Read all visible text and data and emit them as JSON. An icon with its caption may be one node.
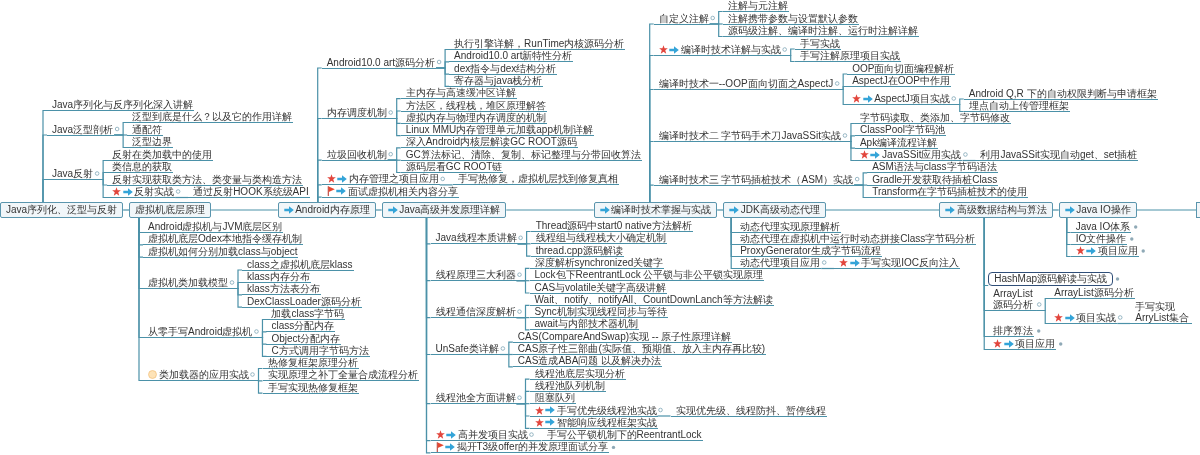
{
  "diagram": {
    "nodes": [
      {
        "text": [
          "Java序列化、泛型与反射"
        ]
      },
      {
        "text": [
          "Java序列化与反序列化深入讲解"
        ]
      },
      {
        "text": [
          "Java泛型剖析"
        ]
      },
      {
        "text": [
          "泛型到底是什么？以及它的作用详解"
        ]
      },
      {
        "text": [
          "通配符"
        ]
      },
      {
        "text": [
          "泛型边界"
        ]
      },
      {
        "text": [
          "Java反射"
        ]
      },
      {
        "text": [
          "反射在类加载中的使用"
        ]
      },
      {
        "text": [
          "类信息的获取"
        ]
      },
      {
        "text": [
          "反射实现获取类方法、类变量与类构造方法"
        ]
      },
      {
        "text": [
          "反射实战"
        ]
      },
      {
        "text": [
          "通过反射HOOK系统级API"
        ]
      },
      {
        "text": [
          "虚拟机底层原理"
        ]
      },
      {
        "text": [
          "Android虚拟机与JVM底层区别"
        ]
      },
      {
        "text": [
          "虚拟机底层Odex本地指令缓存机制"
        ]
      },
      {
        "text": [
          "虚拟机如何分别加载class与object"
        ]
      },
      {
        "text": [
          "虚拟机类加载模型"
        ]
      },
      {
        "text": [
          "class之虚拟机底层klass"
        ]
      },
      {
        "text": [
          "klass内存分布"
        ]
      },
      {
        "text": [
          "klass方法表分布"
        ]
      },
      {
        "text": [
          "DexClassLoader源码分析"
        ]
      },
      {
        "text": [
          "从零手写Android虚拟机"
        ]
      },
      {
        "text": [
          "加载class字节码"
        ]
      },
      {
        "text": [
          "class分配内存"
        ]
      },
      {
        "text": [
          "Object分配内存"
        ]
      },
      {
        "text": [
          "C方式调用字节码方法"
        ]
      },
      {
        "text": [
          "类加载器的应用实战"
        ]
      },
      {
        "text": [
          "热修复框架原理分析"
        ]
      },
      {
        "text": [
          "实现原理之补丁全量合成流程分析"
        ]
      },
      {
        "text": [
          "手写实现热修复框架"
        ]
      },
      {
        "text": [
          "Android内存原理"
        ]
      },
      {
        "text": [
          "Android10.0 art源码分析"
        ]
      },
      {
        "text": [
          "执行引擎详解，RunTime内核源码分析"
        ]
      },
      {
        "text": [
          "Android10.0 art新特性分析"
        ]
      },
      {
        "text": [
          "dex指令与dex结构分析"
        ]
      },
      {
        "text": [
          "寄存器与java栈分析"
        ]
      },
      {
        "text": [
          "内存调度机制"
        ]
      },
      {
        "text": [
          "主内存与高速缓冲区详解"
        ]
      },
      {
        "text": [
          "方法区，线程栈，堆区原理解答"
        ]
      },
      {
        "text": [
          "虚拟内存与物理内存调度的机制"
        ]
      },
      {
        "text": [
          "Linux MMU内存管理单元加载app机制详解"
        ]
      },
      {
        "text": [
          "垃圾回收机制"
        ]
      },
      {
        "text": [
          "深入Android内核层解读GC ROOT源码"
        ]
      },
      {
        "text": [
          "GC算法标记、清除、复制、标记整理与分带回收算法"
        ]
      },
      {
        "text": [
          "源码层看GC ROOT链"
        ]
      },
      {
        "text": [
          "内存管理之项目应用"
        ]
      },
      {
        "text": [
          "手写热修复，虚拟机层找到修复真相"
        ]
      },
      {
        "text": [
          "面试虚拟机相关内容分享"
        ]
      },
      {
        "text": [
          "Java高级并发原理详解"
        ]
      },
      {
        "text": [
          "Java线程本质讲解"
        ]
      },
      {
        "text": [
          "Thread源码中start0 native方法解析"
        ]
      },
      {
        "text": [
          "线程组与线程栈大小确定机制"
        ]
      },
      {
        "text": [
          "thread.cpp源码解读"
        ]
      },
      {
        "text": [
          "线程原理三大利器"
        ]
      },
      {
        "text": [
          "深度解析synchronized关键字"
        ]
      },
      {
        "text": [
          "Lock包下ReentrantLock 公平锁与非公平锁实现原理"
        ]
      },
      {
        "text": [
          "CAS与volatile关键字高级讲解"
        ]
      },
      {
        "text": [
          "线程通信深度解析"
        ]
      },
      {
        "text": [
          "Wait、notify、notifyAll、CountDownLanch等方法解读"
        ]
      },
      {
        "text": [
          "Sync机制实现线程同步与等待"
        ]
      },
      {
        "text": [
          "await与内部技术器机制"
        ]
      },
      {
        "text": [
          "UnSafe类详解"
        ]
      },
      {
        "text": [
          "CAS(CompareAndSwap)实现 -- 原子性原理详解"
        ]
      },
      {
        "text": [
          "CAS原子性三部曲(实际值、预期值、放入主内存再比较)"
        ]
      },
      {
        "text": [
          "CAS造成ABA问题 以及解决办法"
        ]
      },
      {
        "text": [
          "线程池全方面讲解"
        ]
      },
      {
        "text": [
          "线程池底层实现分析"
        ]
      },
      {
        "text": [
          "线程池队列机制"
        ]
      },
      {
        "text": [
          "阻塞队列"
        ]
      },
      {
        "text": [
          "手写优先级线程池实战"
        ]
      },
      {
        "text": [
          "实现优先级、线程防抖、暂停线程"
        ]
      },
      {
        "text": [
          "智能响应线程框架实战"
        ]
      },
      {
        "text": [
          "高并发项目实战"
        ]
      },
      {
        "text": [
          "手写公平锁机制下的ReentrantLock"
        ]
      },
      {
        "text": [
          "揭开T3级offer的并发原理面试分享"
        ]
      },
      {
        "text": [
          "编译时技术掌握与实战"
        ]
      },
      {
        "text": [
          "自定义注解"
        ]
      },
      {
        "text": [
          "注解与元注解"
        ]
      },
      {
        "text": [
          "注解携带参数与设置默认参数"
        ]
      },
      {
        "text": [
          "源码级注解、编译时注解、运行时注解详解"
        ]
      },
      {
        "text": [
          "编译时技术详解与实战"
        ]
      },
      {
        "text": [
          "手写实战"
        ]
      },
      {
        "text": [
          "手写注解原理项目实战"
        ]
      },
      {
        "text": [
          "编译时技术一--OOP面向切面之AspectJ"
        ]
      },
      {
        "text": [
          "OOP面向切面编程解析"
        ]
      },
      {
        "text": [
          "AspectJ在OOP中作用"
        ]
      },
      {
        "text": [
          "AspectJ项目实战"
        ]
      },
      {
        "text": [
          "Android Q,R 下的自动权限判断与申请框架"
        ]
      },
      {
        "text": [
          "埋点自动上传管理框架"
        ]
      },
      {
        "text": [
          "编译时技术二 字节码手术刀JavaSSit实战"
        ]
      },
      {
        "text": [
          "字节码读取、类添加、字节码修改"
        ]
      },
      {
        "text": [
          "ClassPool字节码池"
        ]
      },
      {
        "text": [
          "Apk编译流程详解"
        ]
      },
      {
        "text": [
          "JavaSSit应用实战"
        ]
      },
      {
        "text": [
          "利用JavaSSit实现自动get、set插桩"
        ]
      },
      {
        "text": [
          "编译时技术三 字节码插桩技术（ASM）实战"
        ]
      },
      {
        "text": [
          "ASM语法与class字节码语法"
        ]
      },
      {
        "text": [
          "Gradle开发获取待插桩Class"
        ]
      },
      {
        "text": [
          "Transform在字节码插桩技术的使用"
        ]
      },
      {
        "text": [
          "JDK高级动态代理"
        ]
      },
      {
        "text": [
          "动态代理实现原理解析"
        ]
      },
      {
        "text": [
          "动态代理在虚拟机中运行时动态拼接Class字节码分析"
        ]
      },
      {
        "text": [
          "ProxyGenerator生成字节码流程"
        ]
      },
      {
        "text": [
          "动态代理项目应用"
        ]
      },
      {
        "text": [
          "手写实现IOC反向注入"
        ]
      },
      {
        "text": [
          "高级数据结构与算法"
        ]
      },
      {
        "text": [
          "HashMap源码解读与实战"
        ]
      },
      {
        "text": [
          "ArrayList源码分析"
        ]
      },
      {
        "text": [
          "ArrayList源码分析"
        ]
      },
      {
        "text": [
          "项目实战"
        ]
      },
      {
        "text": [
          "手写实现ArryList集合"
        ]
      },
      {
        "text": [
          "排序算法"
        ]
      },
      {
        "text": [
          "项目应用"
        ]
      },
      {
        "text": [
          "Java IO操作"
        ]
      },
      {
        "text": [
          "Java IO体系"
        ]
      },
      {
        "text": [
          "IO文件操作"
        ]
      },
      {
        "text": [
          "项目应用"
        ]
      },
      {
        "text": [],
        "shape": "box"
      }
    ],
    "edges": [
      {
        "from": 0,
        "to": 12,
        "arrow": "none"
      },
      {
        "from": 12,
        "to": 30,
        "arrow": "none"
      },
      {
        "from": 30,
        "to": 48,
        "arrow": "none"
      },
      {
        "from": 48,
        "to": 75,
        "arrow": "none"
      },
      {
        "from": 75,
        "to": 99,
        "arrow": "none"
      },
      {
        "from": 99,
        "to": 105,
        "arrow": "none"
      },
      {
        "from": 105,
        "to": 113,
        "arrow": "none"
      },
      {
        "from": 113,
        "to": 117,
        "arrow": "none"
      },
      {
        "from": 0,
        "to": 1,
        "arrow": "none"
      },
      {
        "from": 0,
        "to": 2,
        "arrow": "none"
      },
      {
        "from": 2,
        "to": 3,
        "arrow": "none"
      },
      {
        "from": 2,
        "to": 4,
        "arrow": "none"
      },
      {
        "from": 2,
        "to": 5,
        "arrow": "none"
      },
      {
        "from": 0,
        "to": 6,
        "arrow": "none"
      },
      {
        "from": 6,
        "to": 7,
        "arrow": "none"
      },
      {
        "from": 6,
        "to": 8,
        "arrow": "none"
      },
      {
        "from": 6,
        "to": 9,
        "arrow": "none"
      },
      {
        "from": 6,
        "to": 10,
        "arrow": "none"
      },
      {
        "from": 10,
        "to": 11,
        "arrow": "none"
      },
      {
        "from": 12,
        "to": 13,
        "arrow": "none"
      },
      {
        "from": 12,
        "to": 14,
        "arrow": "none"
      },
      {
        "from": 12,
        "to": 15,
        "arrow": "none"
      },
      {
        "from": 12,
        "to": 16,
        "arrow": "none"
      },
      {
        "from": 16,
        "to": 17,
        "arrow": "none"
      },
      {
        "from": 16,
        "to": 18,
        "arrow": "none"
      },
      {
        "from": 16,
        "to": 19,
        "arrow": "none"
      },
      {
        "from": 16,
        "to": 20,
        "arrow": "none"
      },
      {
        "from": 12,
        "to": 21,
        "arrow": "none"
      },
      {
        "from": 21,
        "to": 22,
        "arrow": "none"
      },
      {
        "from": 21,
        "to": 23,
        "arrow": "none"
      },
      {
        "from": 21,
        "to": 24,
        "arrow": "none"
      },
      {
        "from": 21,
        "to": 25,
        "arrow": "none"
      },
      {
        "from": 12,
        "to": 26,
        "arrow": "none"
      },
      {
        "from": 26,
        "to": 27,
        "arrow": "none"
      },
      {
        "from": 26,
        "to": 28,
        "arrow": "none"
      },
      {
        "from": 26,
        "to": 29,
        "arrow": "none"
      },
      {
        "from": 30,
        "to": 31,
        "arrow": "none"
      },
      {
        "from": 31,
        "to": 32,
        "arrow": "none"
      },
      {
        "from": 31,
        "to": 33,
        "arrow": "none"
      },
      {
        "from": 31,
        "to": 34,
        "arrow": "none"
      },
      {
        "from": 31,
        "to": 35,
        "arrow": "none"
      },
      {
        "from": 30,
        "to": 36,
        "arrow": "none"
      },
      {
        "from": 36,
        "to": 37,
        "arrow": "none"
      },
      {
        "from": 36,
        "to": 38,
        "arrow": "none"
      },
      {
        "from": 36,
        "to": 39,
        "arrow": "none"
      },
      {
        "from": 36,
        "to": 40,
        "arrow": "none"
      },
      {
        "from": 30,
        "to": 41,
        "arrow": "none"
      },
      {
        "from": 41,
        "to": 42,
        "arrow": "none"
      },
      {
        "from": 41,
        "to": 43,
        "arrow": "none"
      },
      {
        "from": 41,
        "to": 44,
        "arrow": "none"
      },
      {
        "from": 30,
        "to": 45,
        "arrow": "none"
      },
      {
        "from": 45,
        "to": 46,
        "arrow": "none"
      },
      {
        "from": 30,
        "to": 47,
        "arrow": "none"
      },
      {
        "from": 48,
        "to": 49,
        "arrow": "none"
      },
      {
        "from": 49,
        "to": 50,
        "arrow": "none"
      },
      {
        "from": 49,
        "to": 51,
        "arrow": "none"
      },
      {
        "from": 49,
        "to": 52,
        "arrow": "none"
      },
      {
        "from": 48,
        "to": 53,
        "arrow": "none"
      },
      {
        "from": 53,
        "to": 54,
        "arrow": "none"
      },
      {
        "from": 53,
        "to": 55,
        "arrow": "none"
      },
      {
        "from": 53,
        "to": 56,
        "arrow": "none"
      },
      {
        "from": 48,
        "to": 57,
        "arrow": "none"
      },
      {
        "from": 57,
        "to": 58,
        "arrow": "none"
      },
      {
        "from": 57,
        "to": 59,
        "arrow": "none"
      },
      {
        "from": 57,
        "to": 60,
        "arrow": "none"
      },
      {
        "from": 48,
        "to": 61,
        "arrow": "none"
      },
      {
        "from": 61,
        "to": 62,
        "arrow": "none"
      },
      {
        "from": 61,
        "to": 63,
        "arrow": "none"
      },
      {
        "from": 61,
        "to": 64,
        "arrow": "none"
      },
      {
        "from": 48,
        "to": 65,
        "arrow": "none"
      },
      {
        "from": 65,
        "to": 66,
        "arrow": "none"
      },
      {
        "from": 65,
        "to": 67,
        "arrow": "none"
      },
      {
        "from": 65,
        "to": 68,
        "arrow": "none"
      },
      {
        "from": 65,
        "to": 69,
        "arrow": "none"
      },
      {
        "from": 69,
        "to": 70,
        "arrow": "none"
      },
      {
        "from": 65,
        "to": 71,
        "arrow": "none"
      },
      {
        "from": 48,
        "to": 72,
        "arrow": "none"
      },
      {
        "from": 72,
        "to": 73,
        "arrow": "none"
      },
      {
        "from": 48,
        "to": 74,
        "arrow": "none"
      },
      {
        "from": 75,
        "to": 76,
        "arrow": "none"
      },
      {
        "from": 76,
        "to": 77,
        "arrow": "none"
      },
      {
        "from": 76,
        "to": 78,
        "arrow": "none"
      },
      {
        "from": 76,
        "to": 79,
        "arrow": "none"
      },
      {
        "from": 75,
        "to": 80,
        "arrow": "none"
      },
      {
        "from": 80,
        "to": 81,
        "arrow": "none"
      },
      {
        "from": 80,
        "to": 82,
        "arrow": "none"
      },
      {
        "from": 75,
        "to": 83,
        "arrow": "none"
      },
      {
        "from": 83,
        "to": 84,
        "arrow": "none"
      },
      {
        "from": 83,
        "to": 85,
        "arrow": "none"
      },
      {
        "from": 83,
        "to": 86,
        "arrow": "none"
      },
      {
        "from": 86,
        "to": 87,
        "arrow": "none"
      },
      {
        "from": 86,
        "to": 88,
        "arrow": "none"
      },
      {
        "from": 75,
        "to": 89,
        "arrow": "none"
      },
      {
        "from": 89,
        "to": 90,
        "arrow": "none"
      },
      {
        "from": 89,
        "to": 91,
        "arrow": "none"
      },
      {
        "from": 89,
        "to": 92,
        "arrow": "none"
      },
      {
        "from": 89,
        "to": 93,
        "arrow": "none"
      },
      {
        "from": 93,
        "to": 94,
        "arrow": "none"
      },
      {
        "from": 75,
        "to": 95,
        "arrow": "none"
      },
      {
        "from": 95,
        "to": 96,
        "arrow": "none"
      },
      {
        "from": 95,
        "to": 97,
        "arrow": "none"
      },
      {
        "from": 95,
        "to": 98,
        "arrow": "none"
      },
      {
        "from": 99,
        "to": 100,
        "arrow": "none"
      },
      {
        "from": 99,
        "to": 101,
        "arrow": "none"
      },
      {
        "from": 99,
        "to": 102,
        "arrow": "none"
      },
      {
        "from": 99,
        "to": 103,
        "arrow": "none"
      },
      {
        "from": 103,
        "to": 104,
        "arrow": "none"
      },
      {
        "from": 105,
        "to": 106,
        "arrow": "none"
      },
      {
        "from": 105,
        "to": 107,
        "arrow": "none"
      },
      {
        "from": 107,
        "to": 108,
        "arrow": "none"
      },
      {
        "from": 107,
        "to": 109,
        "arrow": "none"
      },
      {
        "from": 109,
        "to": 110,
        "arrow": "none"
      },
      {
        "from": 105,
        "to": 111,
        "arrow": "none"
      },
      {
        "from": 105,
        "to": 112,
        "arrow": "none"
      },
      {
        "from": 113,
        "to": 114,
        "arrow": "none"
      },
      {
        "from": 113,
        "to": 115,
        "arrow": "none"
      },
      {
        "from": 113,
        "to": 116,
        "arrow": "none"
      }
    ]
  }
}
